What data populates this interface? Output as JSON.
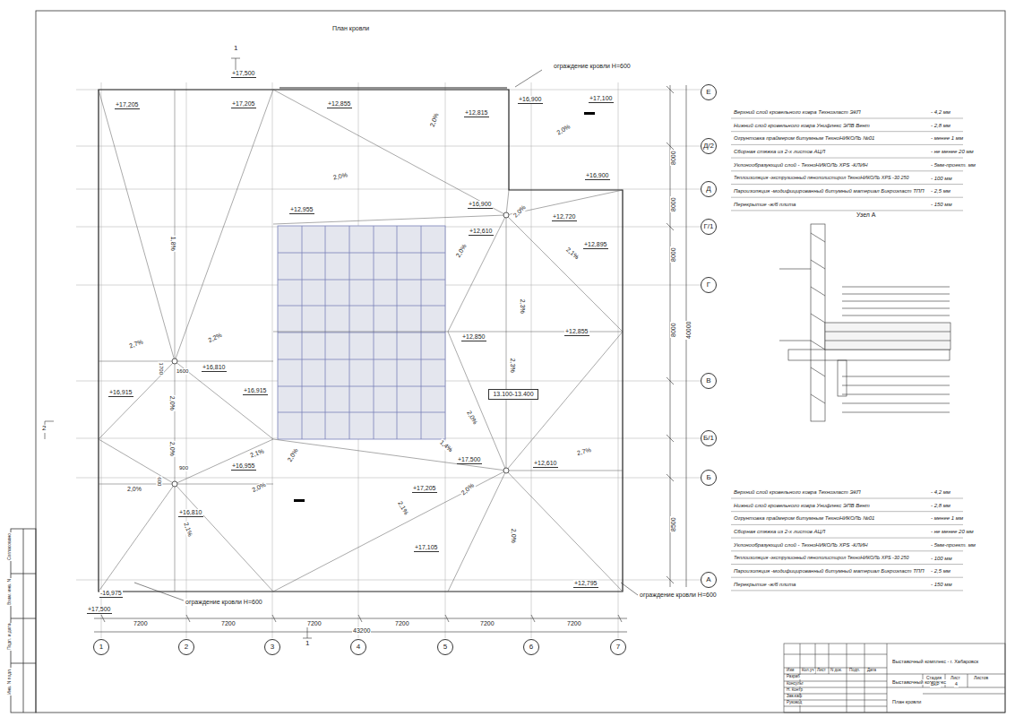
{
  "diagram": {
    "title": "План кровли",
    "nodes": [
      {
        "text": [
          "Е"
        ]
      },
      {
        "text": [
          "Д/2"
        ]
      },
      {
        "text": [
          "Д"
        ]
      },
      {
        "text": [
          "Г/1"
        ]
      },
      {
        "text": [
          "Г"
        ]
      },
      {
        "text": [
          "В"
        ]
      },
      {
        "text": [
          "Б/1"
        ]
      },
      {
        "text": [
          "Б"
        ]
      },
      {
        "text": [
          "А"
        ]
      },
      {
        "text": [
          "13.100-13.400"
        ]
      },
      {
        "text": [
          "1"
        ]
      },
      {
        "text": [
          "2"
        ]
      },
      {
        "text": [
          "3"
        ]
      },
      {
        "text": [
          "4"
        ]
      },
      {
        "text": [
          "5"
        ]
      },
      {
        "text": [
          "6"
        ]
      },
      {
        "text": [
          "7"
        ]
      }
    ],
    "labels": [
      "+17,500",
      "+17,205",
      "+17,205",
      "+12,855",
      "+12,815",
      "+16,900",
      "+17,100",
      "+16,900",
      "+12,955",
      "+16,900",
      "+12,720",
      "+12,610",
      "+12,895",
      "+12,850",
      "+12,855",
      "+16,810",
      "+16,915",
      "+16,915",
      "+16,955",
      "+17,500",
      "+12,610",
      "+17,205",
      "+16,810",
      "+17,105",
      "+12,795",
      "-16,975",
      "+17,500",
      "2,0%",
      "2,0%",
      "2,0%",
      "1,8%",
      "2,0%",
      "2,0%",
      "2,1%",
      "2,3%",
      "2,7%",
      "2,2%",
      "2,3%",
      "2,0%",
      "2,0%",
      "2,0%",
      "2,1%",
      "2,0%",
      "1,4%",
      "2,7%",
      "2,0%",
      "2,0%",
      "2,0%",
      "2,1%",
      "2,1%",
      "2,0%",
      "1700",
      "1600",
      "900",
      "600",
      "ограждение кровли Н=600",
      "ограждение кровли Н=600",
      "ограждение кровли Н=600",
      "1",
      "1",
      "2",
      "8000",
      "8000",
      "8000",
      "8000",
      "8500",
      "40000",
      "7200",
      "7200",
      "7200",
      "7200",
      "7200",
      "7200",
      "43200",
      "Верхний слой кровельного ковра Техноэласт ЭКП",
      "- 4,2 мм",
      "Нижний слой кровельного ковра Унифлекс ЭПВ Вент",
      "- 2,8 мм",
      "Огрунтовка праймером битумным ТехноНИКОЛЬ №01",
      "- менее 1 мм",
      "Сборная стяжка из 2-х листов АЦЛ",
      "- не менее 20 мм",
      "Уклонообразующий слой - ТехноНИКОЛЬ XPS -КЛИН",
      "- 5мм-проект. мм",
      "Теплоизоляция -экструзионный пенополистирол ТехноНИКОЛЬ XPS -30 250",
      "- 100 мм",
      "Пароизоляция -модифицированный битумный материал Бикроэласт ТПП",
      "- 2,5 мм",
      "Перекрытие -ж/б плита",
      "- 150 мм",
      "Верхний слой кровельного ковра Техноэласт ЭКП",
      "- 4,2 мм",
      "Нижний слой кровельного ковра Унифлекс ЭПВ Вент",
      "- 2,8 мм",
      "Огрунтовка праймером битумным ТехноНИКОЛЬ №01",
      "- менее 1 мм",
      "Сборная стяжка из 2-х листов АЦЛ",
      "- не менее 20 мм",
      "Уклонообразующий слой - ТехноНИКОЛЬ XPS -КЛИН",
      "- 5мм-проект. мм",
      "Теплоизоляция -экструзионный пенополистирол ТехноНИКОЛЬ XPS -30 250",
      "- 100 мм",
      "Пароизоляция -модифицированный битумный материал Бикроэласт ТПП",
      "- 2,5 мм",
      "Перекрытие -ж/б плита",
      "- 150 мм",
      "Узел А",
      "Выставочный комплекс - г. Хабаровск",
      "Выставочный комплекс",
      "План кровли",
      "Стадия",
      "Лист",
      "Листов",
      "ВКР",
      "4",
      "Изм",
      "Кол.уч",
      "Лист",
      "N док.",
      "Подп.",
      "Дата",
      "Разраб",
      "Консульт",
      "Н. Контр",
      "Зав.каф",
      "Руковод",
      "Согласовано",
      "Взам. инв. N",
      "Подп. и дата",
      "Инв. N подл."
    ]
  }
}
